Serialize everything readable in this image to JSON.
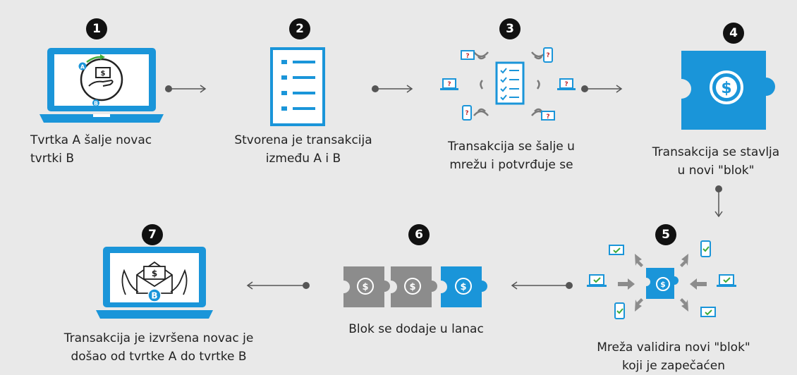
{
  "steps": [
    {
      "number": "1",
      "caption": "Tvrtka A šalje novac\ntvrtki B"
    },
    {
      "number": "2",
      "caption": "Stvorena je transakcija\nizmeđu A i B"
    },
    {
      "number": "3",
      "caption": "Transakcija se šalje u\nmrežu i potvrđuje se"
    },
    {
      "number": "4",
      "caption": "Transakcija se stavlja\nu novi \"blok\""
    },
    {
      "number": "5",
      "caption": "Mreža validira novi \"blok\"\nkoji je zapečaćen"
    },
    {
      "number": "6",
      "caption": "Blok se dodaje u lanac"
    },
    {
      "number": "7",
      "caption": "Transakcija je izvršena novac je\ndošao od tvrtke A do tvrtke B"
    }
  ],
  "icon_labels": {
    "party_a": "A",
    "party_b": "B",
    "question": "?",
    "dollar": "$"
  },
  "colors": {
    "accent": "#1a95d9",
    "gray_block": "#8c8c8c",
    "check": "#3faa3a",
    "question": "#c0282d",
    "badge": "#111111"
  }
}
